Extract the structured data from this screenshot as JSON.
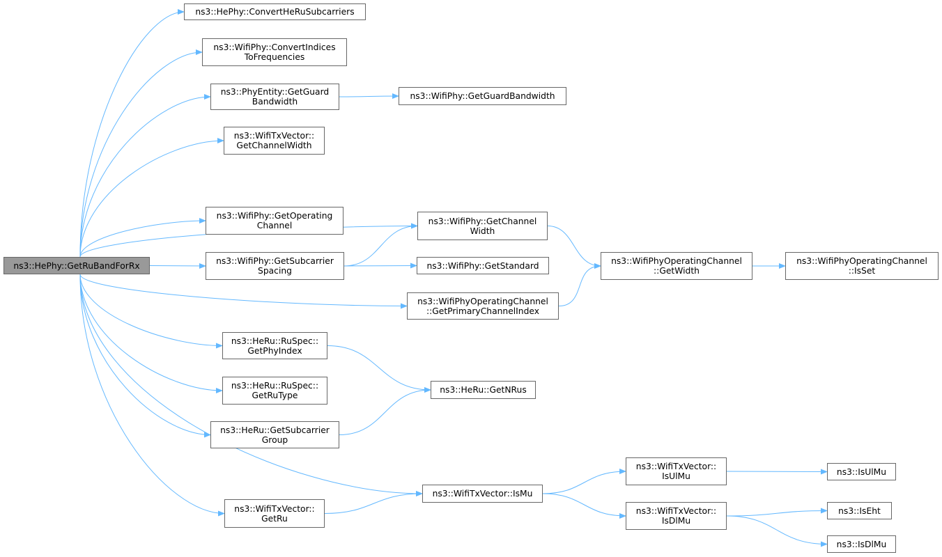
{
  "colors": {
    "edge": "#63B8FF",
    "node_border": "#666666",
    "root_fill": "#999999",
    "node_fill": "#ffffff"
  },
  "nodes": [
    {
      "id": "root",
      "root": true,
      "lines": [
        "ns3::HePhy::GetRuBandForRx"
      ]
    },
    {
      "id": "convHe",
      "lines": [
        "ns3::HePhy::ConvertHeRuSubcarriers"
      ]
    },
    {
      "id": "convIdx",
      "lines": [
        "ns3::WifiPhy::ConvertIndices",
        "ToFrequencies"
      ]
    },
    {
      "id": "peGuard",
      "lines": [
        "ns3::PhyEntity::GetGuard",
        "Bandwidth"
      ]
    },
    {
      "id": "wpGuard",
      "lines": [
        "ns3::WifiPhy::GetGuardBandwidth"
      ]
    },
    {
      "id": "txChW",
      "lines": [
        "ns3::WifiTxVector::",
        "GetChannelWidth"
      ]
    },
    {
      "id": "wpChW",
      "lines": [
        "ns3::WifiPhy::GetChannel",
        "Width"
      ]
    },
    {
      "id": "wpOpCh",
      "lines": [
        "ns3::WifiPhy::GetOperating",
        "Channel"
      ]
    },
    {
      "id": "wpSub",
      "lines": [
        "ns3::WifiPhy::GetSubcarrier",
        "Spacing"
      ]
    },
    {
      "id": "wpStd",
      "lines": [
        "ns3::WifiPhy::GetStandard"
      ]
    },
    {
      "id": "wocW",
      "lines": [
        "ns3::WifiPhyOperatingChannel",
        "::GetWidth"
      ]
    },
    {
      "id": "wocSet",
      "lines": [
        "ns3::WifiPhyOperatingChannel",
        "::IsSet"
      ]
    },
    {
      "id": "wocPri",
      "lines": [
        "ns3::WifiPhyOperatingChannel",
        "::GetPrimaryChannelIndex"
      ]
    },
    {
      "id": "ruPhy",
      "lines": [
        "ns3::HeRu::RuSpec::",
        "GetPhyIndex"
      ]
    },
    {
      "id": "nrus",
      "lines": [
        "ns3::HeRu::GetNRus"
      ]
    },
    {
      "id": "ruType",
      "lines": [
        "ns3::HeRu::RuSpec::",
        "GetRuType"
      ]
    },
    {
      "id": "subGrp",
      "lines": [
        "ns3::HeRu::GetSubcarrier",
        "Group"
      ]
    },
    {
      "id": "isMu",
      "lines": [
        "ns3::WifiTxVector::IsMu"
      ]
    },
    {
      "id": "txUl",
      "lines": [
        "ns3::WifiTxVector::",
        "IsUlMu"
      ]
    },
    {
      "id": "isUl",
      "lines": [
        "ns3::IsUlMu"
      ]
    },
    {
      "id": "txDl",
      "lines": [
        "ns3::WifiTxVector::",
        "IsDlMu"
      ]
    },
    {
      "id": "isEht",
      "lines": [
        "ns3::IsEht"
      ]
    },
    {
      "id": "isDl",
      "lines": [
        "ns3::IsDlMu"
      ]
    },
    {
      "id": "getRu",
      "lines": [
        "ns3::WifiTxVector::",
        "GetRu"
      ]
    }
  ],
  "edges": [
    [
      "root",
      "convHe"
    ],
    [
      "root",
      "convIdx"
    ],
    [
      "root",
      "peGuard"
    ],
    [
      "root",
      "txChW"
    ],
    [
      "root",
      "wpChW"
    ],
    [
      "root",
      "wpOpCh"
    ],
    [
      "root",
      "wpSub"
    ],
    [
      "root",
      "wocPri"
    ],
    [
      "root",
      "ruPhy"
    ],
    [
      "root",
      "ruType"
    ],
    [
      "root",
      "subGrp"
    ],
    [
      "root",
      "isMu"
    ],
    [
      "root",
      "getRu"
    ],
    [
      "peGuard",
      "wpGuard"
    ],
    [
      "wpChW",
      "wocW"
    ],
    [
      "wpSub",
      "wpChW"
    ],
    [
      "wpSub",
      "wpStd"
    ],
    [
      "wocW",
      "wocSet"
    ],
    [
      "wocPri",
      "wocW"
    ],
    [
      "ruPhy",
      "nrus"
    ],
    [
      "subGrp",
      "nrus"
    ],
    [
      "getRu",
      "isMu"
    ],
    [
      "isMu",
      "txUl"
    ],
    [
      "isMu",
      "txDl"
    ],
    [
      "txUl",
      "isUl"
    ],
    [
      "txDl",
      "isEht"
    ],
    [
      "txDl",
      "isDl"
    ]
  ]
}
